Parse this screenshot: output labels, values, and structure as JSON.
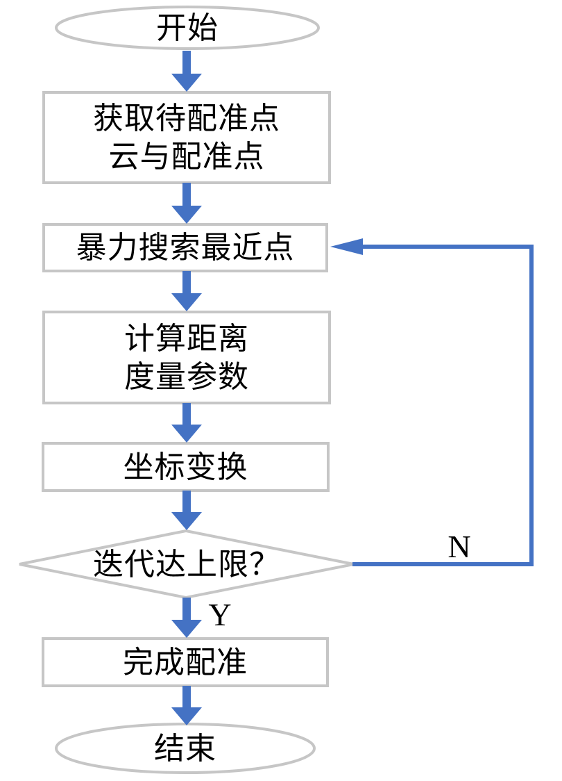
{
  "diagram": {
    "type": "flowchart",
    "language": "zh-CN",
    "colors": {
      "connector_blue": "#4472c4",
      "shape_border_gray": "#c6c6c6",
      "shape_fill": "#ffffff",
      "text": "#000000",
      "background": "#ffffff"
    },
    "nodes": {
      "start": {
        "shape": "terminator",
        "label": "开始"
      },
      "acquire": {
        "shape": "process",
        "label": "获取待配准点\n云与配准点"
      },
      "search": {
        "shape": "process",
        "label": "暴力搜索最近点"
      },
      "compute": {
        "shape": "process",
        "label": "计算距离\n度量参数"
      },
      "transform": {
        "shape": "process",
        "label": "坐标变换"
      },
      "decision": {
        "shape": "decision",
        "label": "迭代达上限？"
      },
      "finish": {
        "shape": "process",
        "label": "完成配准"
      },
      "end": {
        "shape": "terminator",
        "label": "结束"
      }
    },
    "edges": {
      "yes_label": "Y",
      "no_label": "N",
      "flow": [
        "start -> acquire",
        "acquire -> search",
        "search -> compute",
        "compute -> transform",
        "transform -> decision",
        "decision -Y-> finish",
        "finish -> end",
        "decision -N-> search"
      ]
    }
  }
}
